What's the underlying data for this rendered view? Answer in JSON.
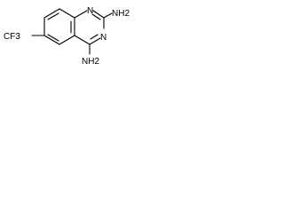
{
  "structure": {
    "atoms": {
      "n1": "N",
      "n3": "N",
      "amine_2": "NH2",
      "amine_4": "NH2",
      "cf3": "CF3"
    }
  },
  "colors": {
    "bond": "#000000",
    "text": "#000000",
    "background": "#ffffff"
  }
}
